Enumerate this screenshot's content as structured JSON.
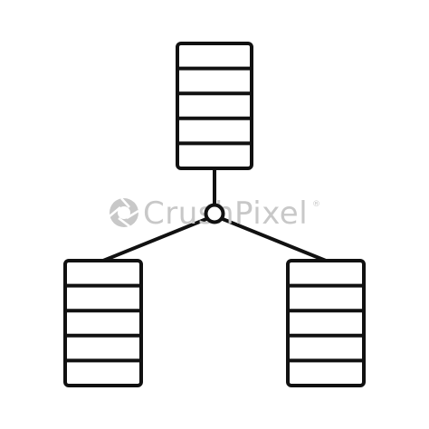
{
  "icon": {
    "name": "network-server-diagram-icon",
    "stroke_color": "#111111",
    "fill_color": "#ffffff",
    "servers": [
      {
        "name": "server-top",
        "rows": 5
      },
      {
        "name": "server-left",
        "rows": 5
      },
      {
        "name": "server-right",
        "rows": 5
      }
    ]
  },
  "watermark": {
    "text": "CrushPixel",
    "mark": "®",
    "color": "#c8c8c8"
  }
}
